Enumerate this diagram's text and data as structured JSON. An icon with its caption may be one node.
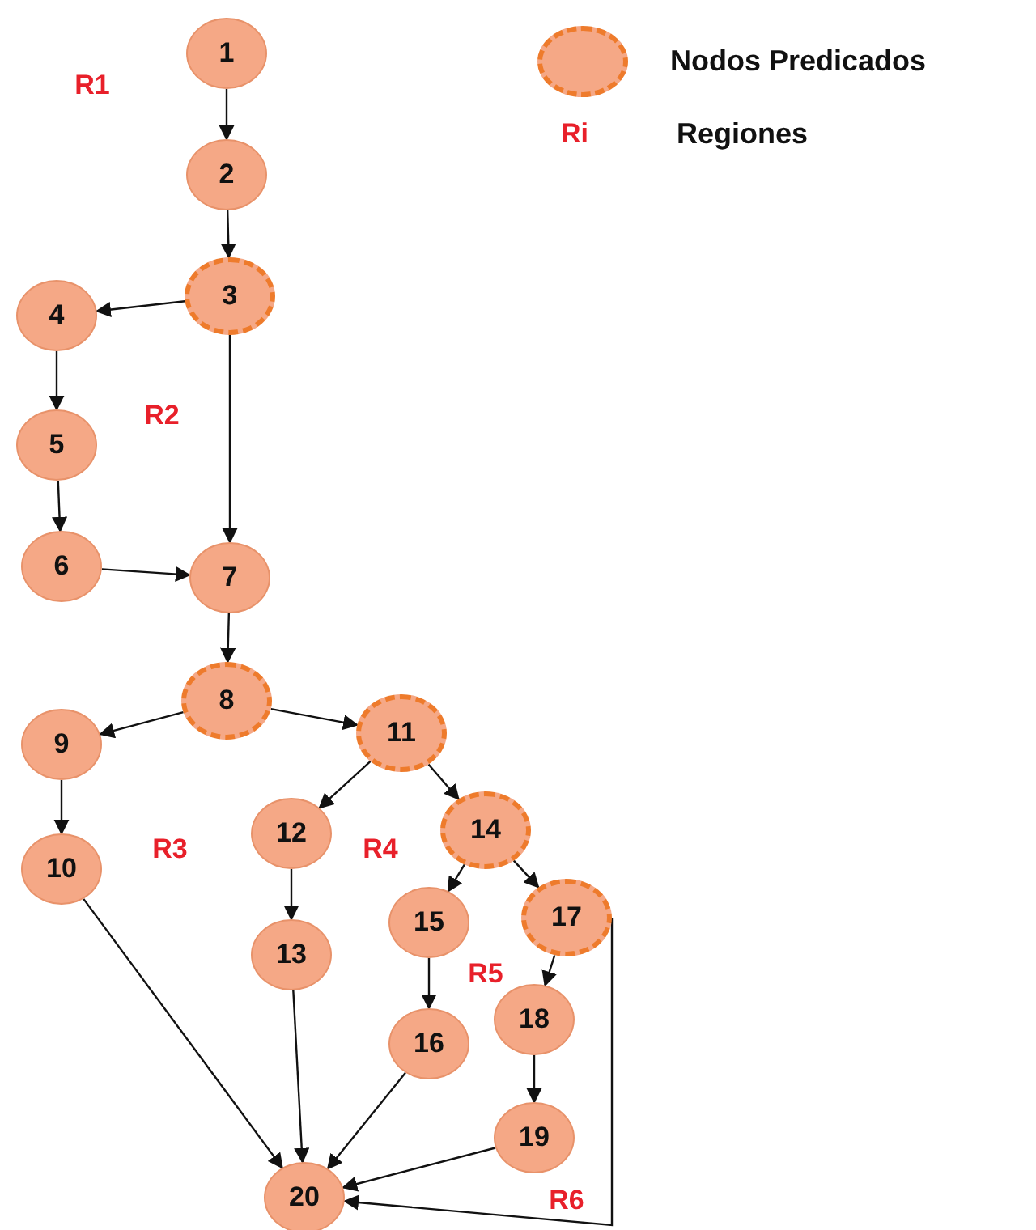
{
  "diagram": {
    "nodes": [
      {
        "text": [
          "1"
        ]
      },
      {
        "text": [
          "2"
        ]
      },
      {
        "text": [
          "3"
        ]
      },
      {
        "text": [
          "4"
        ]
      },
      {
        "text": [
          "5"
        ]
      },
      {
        "text": [
          "6"
        ]
      },
      {
        "text": [
          "7"
        ]
      },
      {
        "text": [
          "8"
        ]
      },
      {
        "text": [
          "9"
        ]
      },
      {
        "text": [
          "10"
        ]
      },
      {
        "text": [
          "11"
        ]
      },
      {
        "text": [
          "12"
        ]
      },
      {
        "text": [
          "13"
        ]
      },
      {
        "text": [
          "14"
        ]
      },
      {
        "text": [
          "15"
        ]
      },
      {
        "text": [
          "16"
        ]
      },
      {
        "text": [
          "17"
        ]
      },
      {
        "text": [
          "18"
        ]
      },
      {
        "text": [
          "19"
        ]
      },
      {
        "text": [
          "20"
        ]
      }
    ],
    "edges": [
      {
        "from": 0,
        "to": 1,
        "arrow": "to"
      },
      {
        "from": 1,
        "to": 2,
        "arrow": "to"
      },
      {
        "from": 2,
        "to": 3,
        "arrow": "to"
      },
      {
        "from": 2,
        "to": 6,
        "arrow": "to"
      },
      {
        "from": 3,
        "to": 4,
        "arrow": "to"
      },
      {
        "from": 4,
        "to": 5,
        "arrow": "to"
      },
      {
        "from": 5,
        "to": 6,
        "arrow": "to"
      },
      {
        "from": 6,
        "to": 7,
        "arrow": "to"
      },
      {
        "from": 7,
        "to": 8,
        "arrow": "to"
      },
      {
        "from": 7,
        "to": 10,
        "arrow": "to"
      },
      {
        "from": 8,
        "to": 9,
        "arrow": "to"
      },
      {
        "from": 9,
        "to": 19,
        "arrow": "to"
      },
      {
        "from": 10,
        "to": 11,
        "arrow": "to"
      },
      {
        "from": 10,
        "to": 13,
        "arrow": "to"
      },
      {
        "from": 11,
        "to": 12,
        "arrow": "to"
      },
      {
        "from": 12,
        "to": 19,
        "arrow": "to"
      },
      {
        "from": 13,
        "to": 14,
        "arrow": "to"
      },
      {
        "from": 13,
        "to": 16,
        "arrow": "to"
      },
      {
        "from": 14,
        "to": 15,
        "arrow": "to"
      },
      {
        "from": 15,
        "to": 19,
        "arrow": "to"
      },
      {
        "from": 16,
        "to": 17,
        "arrow": "to"
      },
      {
        "from": 16,
        "to": 19,
        "arrow": "to"
      },
      {
        "from": 17,
        "to": 18,
        "arrow": "to"
      },
      {
        "from": 18,
        "to": 19,
        "arrow": "to"
      }
    ],
    "labels": [
      "R1",
      "R2",
      "R3",
      "R4",
      "R5",
      "R6",
      "Ri"
    ],
    "legend": [
      {
        "text": "Nodos Predicados"
      },
      {
        "text": "Regiones"
      }
    ]
  }
}
